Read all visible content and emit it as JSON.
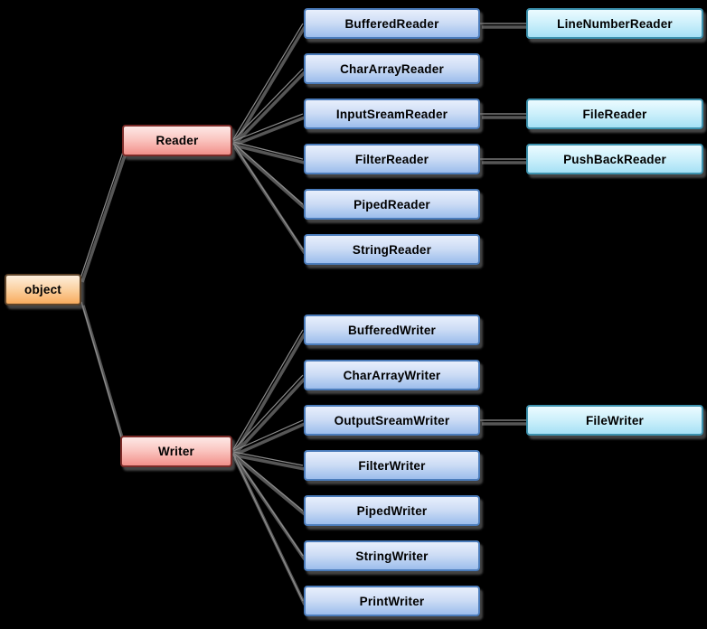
{
  "hierarchy": {
    "root": {
      "label": "object",
      "children": [
        {
          "label": "Reader",
          "children": [
            {
              "label": "BufferedReader",
              "children": [
                {
                  "label": "LineNumberReader"
                }
              ]
            },
            {
              "label": "CharArrayReader"
            },
            {
              "label": "InputSreamReader",
              "children": [
                {
                  "label": "FileReader"
                }
              ]
            },
            {
              "label": "FilterReader",
              "children": [
                {
                  "label": "PushBackReader"
                }
              ]
            },
            {
              "label": "PipedReader"
            },
            {
              "label": "StringReader"
            }
          ]
        },
        {
          "label": "Writer",
          "children": [
            {
              "label": "BufferedWriter"
            },
            {
              "label": "CharArrayWriter"
            },
            {
              "label": "OutputSreamWriter",
              "children": [
                {
                  "label": "FileWriter"
                }
              ]
            },
            {
              "label": "FilterWriter"
            },
            {
              "label": "PipedWriter"
            },
            {
              "label": "StringWriter"
            },
            {
              "label": "PrintWriter"
            }
          ]
        }
      ]
    }
  },
  "colors": {
    "background": "#000000",
    "child-fill-top": "#e8effc",
    "child-fill-mid": "#ccdcf5",
    "child-fill-bottom": "#9cbdec",
    "child-border": "#4b7cbb",
    "grandchild-fill-top": "#ebfbff",
    "grandchild-fill-mid": "#cdf0fb",
    "grandchild-fill-bottom": "#a6e1f5",
    "grandchild-border": "#3d92ae",
    "branch-fill-top": "#fde8e6",
    "branch-fill-mid": "#fac4bf",
    "branch-fill-bottom": "#f2908a",
    "branch-border": "#7b2b28",
    "root-fill-top": "#fdeedd",
    "root-fill-mid": "#fbd2a2",
    "root-fill-bottom": "#f8ab5e",
    "root-border": "#5e442a",
    "connector": "#565656",
    "connector-highlight": "#8f8f8f",
    "shadow": "rgba(120,120,120,0.55)"
  }
}
